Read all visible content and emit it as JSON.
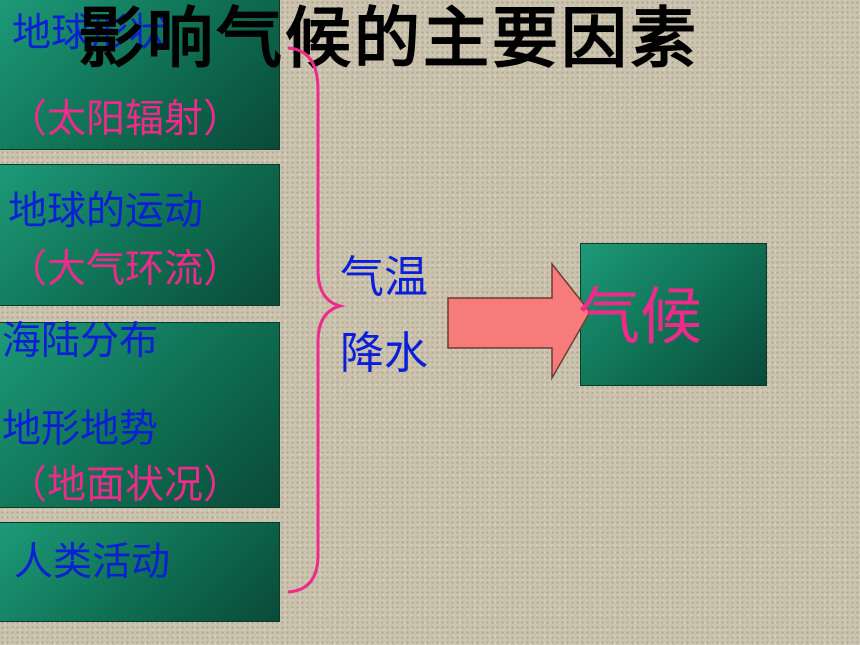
{
  "title": "影响气候的主要因素",
  "factors": {
    "earth_shape": {
      "name": "地球形状",
      "detail": "（太阳辐射）"
    },
    "earth_motion": {
      "name": "地球的运动",
      "detail": "（大气环流）"
    },
    "land_sea": {
      "name": "海陆分布"
    },
    "terrain": {
      "name": "地形地势",
      "detail": "（地面状况）"
    },
    "human": {
      "name": "人类活动"
    }
  },
  "elements": {
    "temperature": "气温",
    "precipitation": "降水"
  },
  "result": "气候",
  "colors": {
    "box": "#0f6e52",
    "label_blue": "#0a1fd6",
    "detail_pink": "#ee2a8a",
    "arrow": "#f77b7b",
    "brace": "#ee2a8a"
  }
}
